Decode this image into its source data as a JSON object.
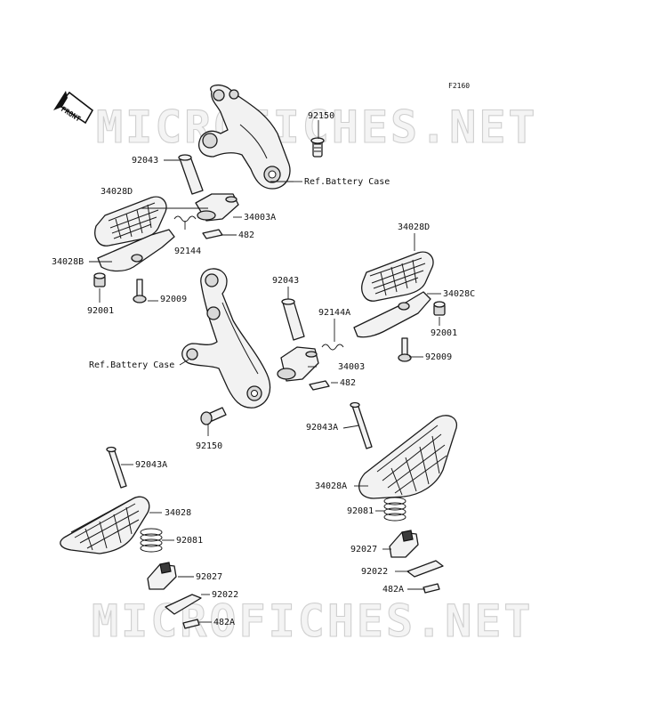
{
  "diagram_code": "F2160",
  "front_tag": "FRONT",
  "watermark": "MICROFICHES.NET",
  "labels": {
    "p92150_a": "92150",
    "p92043_a": "92043",
    "ref_battery_a": "Ref.Battery Case",
    "p34028D_a": "34028D",
    "p34003A": "34003A",
    "p482_a": "482",
    "p92144": "92144",
    "p34028B": "34028B",
    "p92001_a": "92001",
    "p92009_a": "92009",
    "p34028D_b": "34028D",
    "p92043_b": "92043",
    "p34028C": "34028C",
    "p92144A": "92144A",
    "p92001_b": "92001",
    "ref_battery_b": "Ref.Battery Case",
    "p34003": "34003",
    "p92009_b": "92009",
    "p482_b": "482",
    "p92150_b": "92150",
    "p92043A_a": "92043A",
    "p92043A_b": "92043A",
    "p34028A": "34028A",
    "p34028": "34028",
    "p92081_a": "92081",
    "p92081_b": "92081",
    "p92027_a": "92027",
    "p92027_b": "92027",
    "p92022_a": "92022",
    "p92022_b": "92022",
    "p482A_a": "482A",
    "p482A_b": "482A"
  }
}
